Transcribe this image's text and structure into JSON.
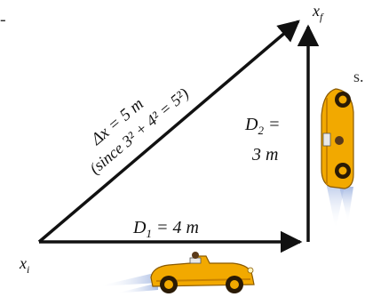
{
  "diagram": {
    "start_label": "x",
    "start_sub": "i",
    "end_label": "x",
    "end_sub": "f",
    "hyp_line1": "Δx = 5 m",
    "hyp_line2": "(since 3² + 4² = 5²)",
    "d1_main": "D",
    "d1_sub": "1",
    "d1_value": " = 4 m",
    "d2_line1_main": "D",
    "d2_line1_sub": "2",
    "d2_line1_eq": " =",
    "d2_line2": "3 m",
    "fragment_dash": "-",
    "fragment_s": "s."
  },
  "colors": {
    "arrow": "#111111",
    "car_body": "#f2a900",
    "car_shadow": "#c98200",
    "wheel": "#2a1a05",
    "exhaust": "#b8c8e8"
  }
}
